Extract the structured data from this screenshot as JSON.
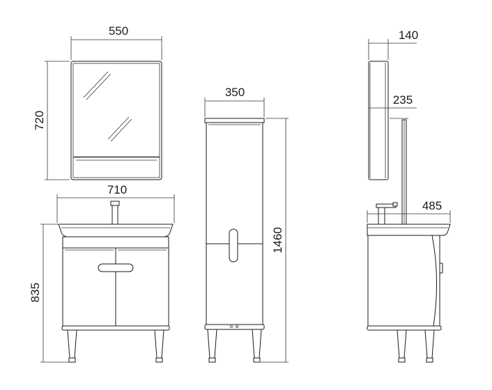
{
  "dimensions": {
    "mirror_width": "550",
    "mirror_height": "720",
    "basin_width": "710",
    "vanity_height": "835",
    "tall_cabinet_width": "350",
    "tall_cabinet_height": "1460",
    "mirror_depth": "140",
    "mirror_offset": "235",
    "vanity_depth": "485"
  },
  "colors": {
    "line": "#1a1a1a",
    "background": "#ffffff"
  }
}
